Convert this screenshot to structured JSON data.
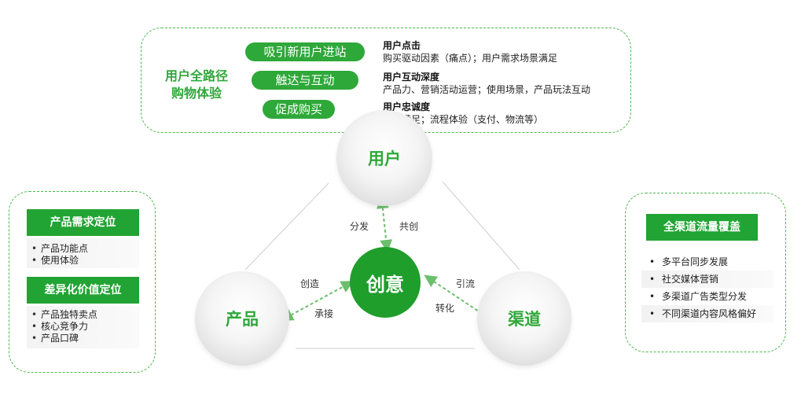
{
  "top": {
    "journey_title_line1": "用户全路径",
    "journey_title_line2": "购物体验",
    "pills": [
      "吸引新用户进站",
      "触达与互动",
      "促成购买"
    ],
    "info": [
      {
        "title": "用户点击",
        "text": "购买驱动因素（痛点）；用户需求场景满足"
      },
      {
        "title": "用户互动深度",
        "text": "产品力、营销活动运营；使用场景，产品玩法互动"
      },
      {
        "title": "用户忠诚度",
        "text": "诉求满足；流程体验（支付、物流等）"
      }
    ]
  },
  "nodes": {
    "user": "用户",
    "product": "产品",
    "channel": "渠道",
    "center": "创意"
  },
  "edges": {
    "distribute": "分发",
    "cocreate": "共创",
    "create": "创造",
    "undertake": "承接",
    "attract": "引流",
    "convert": "转化"
  },
  "left": {
    "section1_title": "产品需求定位",
    "section1_items": [
      "产品功能点",
      "使用体验"
    ],
    "section2_title": "差异化价值定位",
    "section2_items": [
      "产品独特卖点",
      "核心竞争力",
      "产品口碑"
    ]
  },
  "right": {
    "title": "全渠道流量覆盖",
    "items": [
      "多平台同步发展",
      "社交媒体营销",
      "多渠道广告类型分发",
      "不同渠道内容风格偏好"
    ]
  },
  "colors": {
    "green": "#2fa83a",
    "dark_green": "#1f9e2c",
    "dash": "#4cb84c"
  }
}
